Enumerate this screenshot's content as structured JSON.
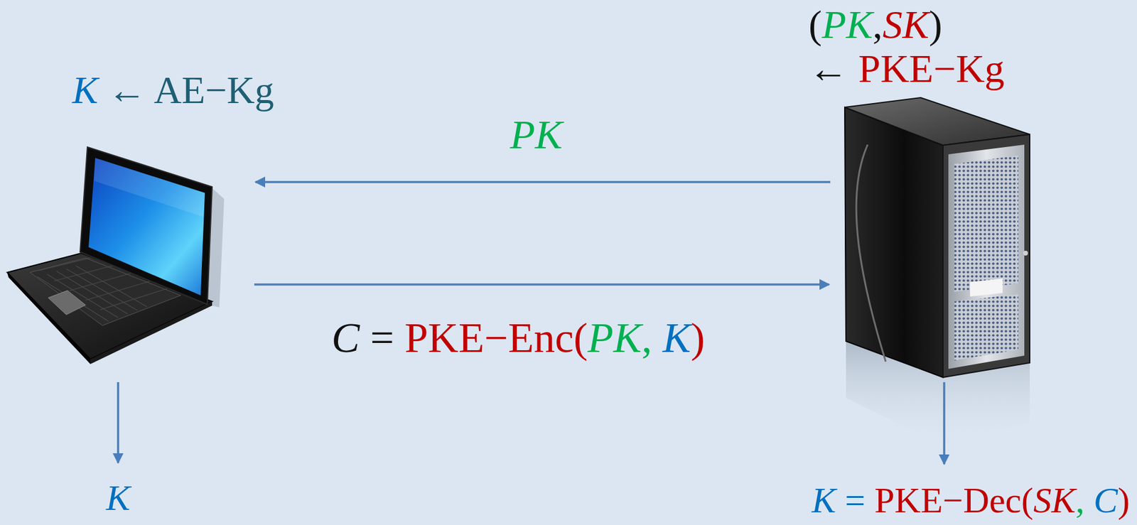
{
  "diagram": {
    "nodes": [
      {
        "text": [
          "K ← AE−Kg"
        ]
      },
      {
        "text": [
          "(PK,SK) ← PKE−Kg"
        ]
      }
    ],
    "edges": [
      {
        "from": 1,
        "to": 0,
        "arrow": "to",
        "label": "PK"
      },
      {
        "from": 0,
        "to": 1,
        "arrow": "to",
        "label": "C = PKE−Enc(PK, K)"
      }
    ],
    "labels": [
      "K",
      "K = PKE−Dec(SK, C)"
    ]
  }
}
